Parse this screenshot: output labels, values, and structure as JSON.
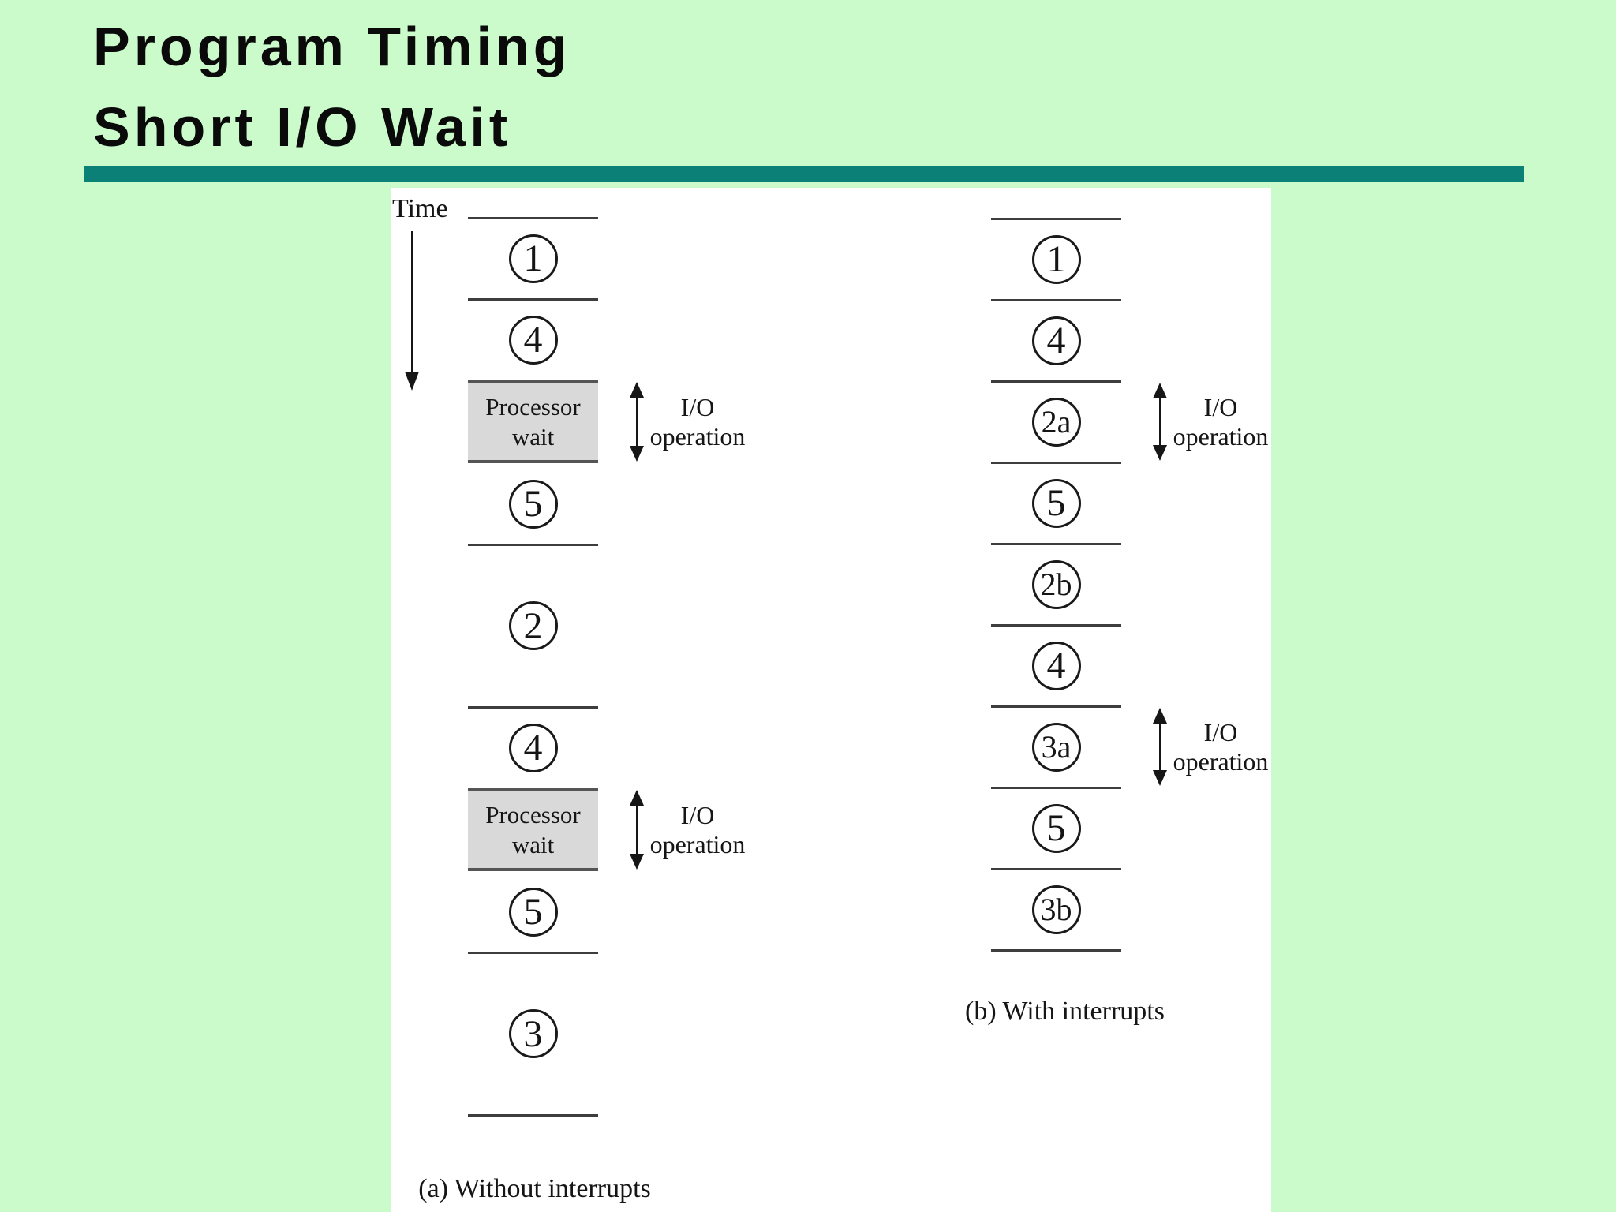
{
  "slide": {
    "title_line1": "Program Timing",
    "title_line2": "Short I/O Wait"
  },
  "colors": {
    "background": "#cbfacb",
    "divider_bar": "#0a8076",
    "panel": "#ffffff",
    "wait_box_fill": "#d9d9d9",
    "line": "#3d3d3d"
  },
  "diagram": {
    "time_label": "Time",
    "io_label_line1": "I/O",
    "io_label_line2": "operation",
    "columns": [
      {
        "id": "without-interrupts",
        "caption": "(a) Without interrupts",
        "items": [
          {
            "kind": "line"
          },
          {
            "kind": "circle",
            "label": "1"
          },
          {
            "kind": "line"
          },
          {
            "kind": "circle",
            "label": "4"
          },
          {
            "kind": "wait",
            "label_line1": "Processor",
            "label_line2": "wait",
            "io": true
          },
          {
            "kind": "circle",
            "label": "5"
          },
          {
            "kind": "line"
          },
          {
            "kind": "circle",
            "label": "2",
            "tall": true
          },
          {
            "kind": "line"
          },
          {
            "kind": "circle",
            "label": "4"
          },
          {
            "kind": "wait",
            "label_line1": "Processor",
            "label_line2": "wait",
            "io": true
          },
          {
            "kind": "circle",
            "label": "5"
          },
          {
            "kind": "line"
          },
          {
            "kind": "circle",
            "label": "3",
            "tall": true
          },
          {
            "kind": "line"
          }
        ]
      },
      {
        "id": "with-interrupts",
        "caption": "(b) With interrupts",
        "items": [
          {
            "kind": "line"
          },
          {
            "kind": "circle",
            "label": "1"
          },
          {
            "kind": "line"
          },
          {
            "kind": "circle",
            "label": "4"
          },
          {
            "kind": "line"
          },
          {
            "kind": "circle",
            "label": "2a",
            "io": true
          },
          {
            "kind": "line"
          },
          {
            "kind": "circle",
            "label": "5"
          },
          {
            "kind": "line"
          },
          {
            "kind": "circle",
            "label": "2b"
          },
          {
            "kind": "line"
          },
          {
            "kind": "circle",
            "label": "4"
          },
          {
            "kind": "line"
          },
          {
            "kind": "circle",
            "label": "3a",
            "io": true
          },
          {
            "kind": "line"
          },
          {
            "kind": "circle",
            "label": "5"
          },
          {
            "kind": "line"
          },
          {
            "kind": "circle",
            "label": "3b"
          },
          {
            "kind": "line"
          }
        ]
      }
    ]
  }
}
